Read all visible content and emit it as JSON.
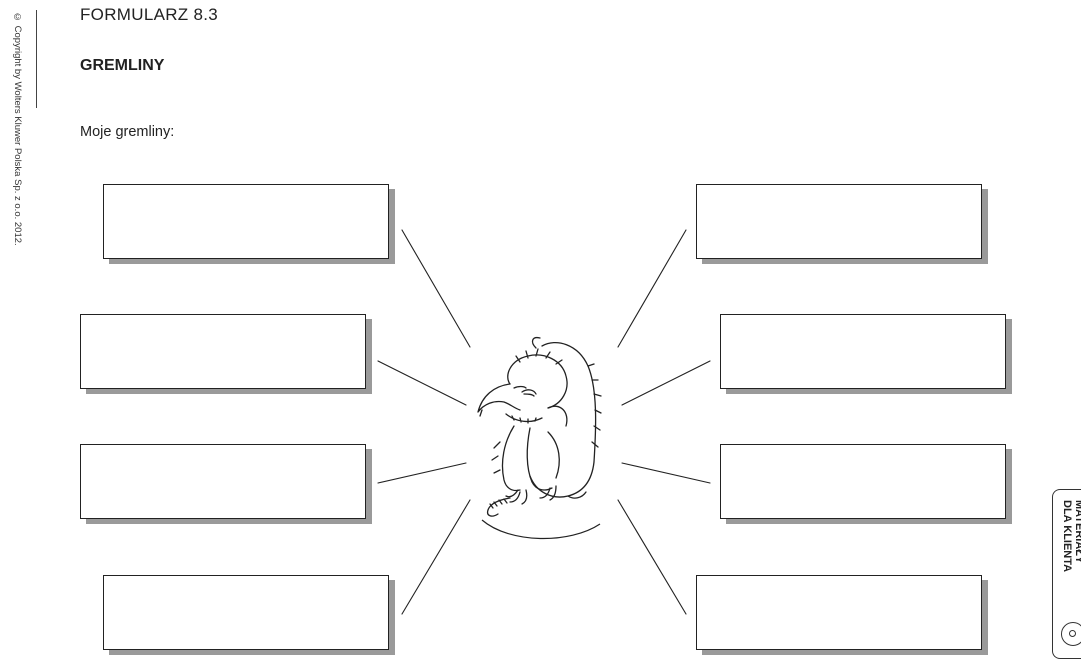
{
  "sidebar": {
    "copyright": "© Copyright by Wolters Kluwer Polska Sp. z o.o. 2012."
  },
  "header": {
    "form_number": "FORMULARZ 8.3",
    "title": "GREMLINY"
  },
  "body": {
    "prompt": "Moje gremliny:"
  },
  "tab": {
    "label_line1": "MATERIAŁY",
    "label_line2": "DLA KLIENTA",
    "icon": "cd-icon"
  },
  "boxes": [
    {
      "value": ""
    },
    {
      "value": ""
    },
    {
      "value": ""
    },
    {
      "value": ""
    },
    {
      "value": ""
    },
    {
      "value": ""
    },
    {
      "value": ""
    },
    {
      "value": ""
    }
  ]
}
